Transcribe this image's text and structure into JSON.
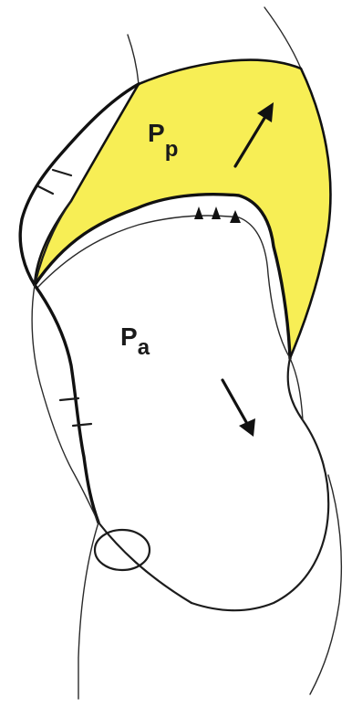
{
  "labels": {
    "posterior_main": "P",
    "posterior_sub": "p",
    "anterior_main": "P",
    "anterior_sub": "a"
  },
  "colors": {
    "posterior_fill": "#f7ee55",
    "outline": "#111111",
    "background": "#ffffff"
  },
  "icons": {
    "posterior_arrow": "arrow-up-right-icon",
    "anterior_arrow": "arrow-down-right-icon"
  }
}
